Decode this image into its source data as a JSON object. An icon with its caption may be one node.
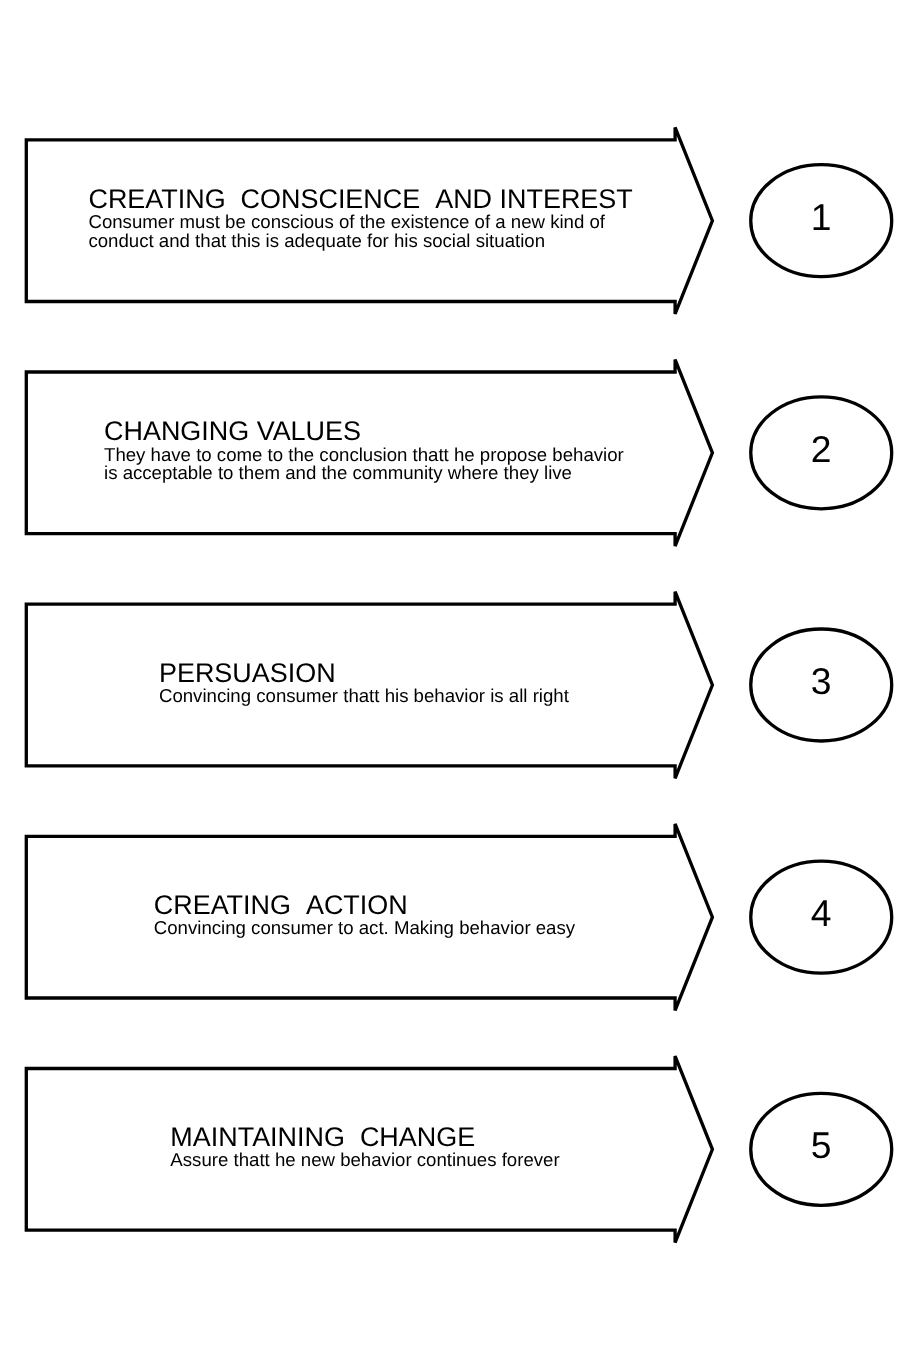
{
  "diagram": {
    "nodes": [
      {
        "text": [
          "CREATING  CONSCIENCE  AND INTEREST",
          "Consumer must be conscious of the existence of a new kind of conduct and that this is adequate for his social situation"
        ]
      },
      {
        "text": [
          "1"
        ]
      },
      {
        "text": [
          "CHANGING VALUES",
          "They have to come to the conclusion thatt he propose behavior is acceptable to them and the community where they live"
        ]
      },
      {
        "text": [
          "2"
        ]
      },
      {
        "text": [
          "PERSUASION",
          "Convincing consumer thatt his behavior is all right"
        ]
      },
      {
        "text": [
          "3"
        ]
      },
      {
        "text": [
          "CREATING  ACTION",
          "Convincing consumer to act. Making behavior easy"
        ]
      },
      {
        "text": [
          "4"
        ]
      },
      {
        "text": [
          "MAINTAINING  CHANGE",
          "Assure thatt he new behavior continues forever"
        ]
      },
      {
        "text": [
          "5"
        ]
      }
    ]
  }
}
